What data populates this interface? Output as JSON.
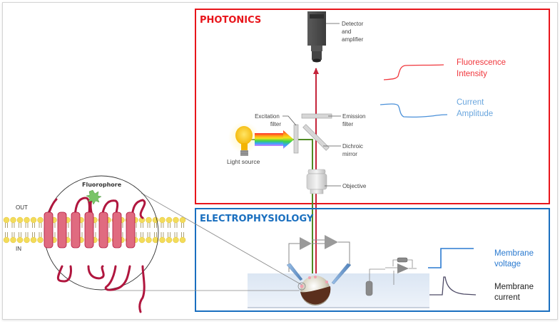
{
  "photonics": {
    "title": "PHOTONICS",
    "detector_label": [
      "Detector",
      "and",
      "amplifier"
    ],
    "excitation_label": [
      "Excitation",
      "filter"
    ],
    "emission_label": [
      "Emission",
      "filter"
    ],
    "dichroic_label": [
      "Dichroic",
      "mirror"
    ],
    "objective_label": "Objective",
    "light_source_label": "Light source",
    "fluorescence_label": [
      "Fluorescence",
      "Intensity"
    ],
    "current_label": [
      "Current",
      "Amplitude"
    ],
    "colors": {
      "frame": "#e8151b",
      "fluorescence": "#f0363c",
      "current": "#4a90d9"
    }
  },
  "electrophysiology": {
    "title": "ELECTROPHYSIOLOGY",
    "voltage_label": [
      "Membrane",
      "voltage"
    ],
    "current_label": [
      "Membrane",
      "current"
    ],
    "colors": {
      "frame": "#1a6fbf",
      "voltage": "#2a7ad0",
      "current_text": "#222222"
    }
  },
  "membrane": {
    "out_label": "OUT",
    "in_label": "IN",
    "fluorophore_label": "Fluorophore"
  }
}
